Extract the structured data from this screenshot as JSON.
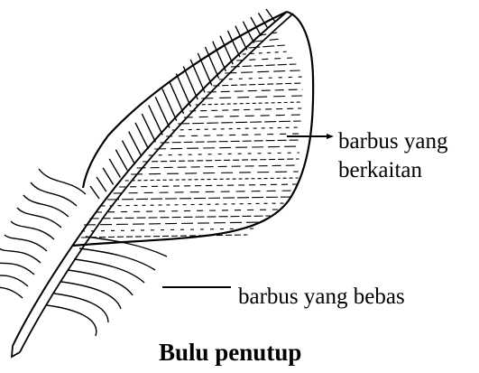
{
  "labels": {
    "linked_barbs_line1": "barbus yang",
    "linked_barbs_line2": "berkaitan",
    "free_barbs": "barbus yang bebas"
  },
  "caption": "Bulu penutup",
  "colors": {
    "ink": "#000000",
    "background": "#ffffff"
  }
}
